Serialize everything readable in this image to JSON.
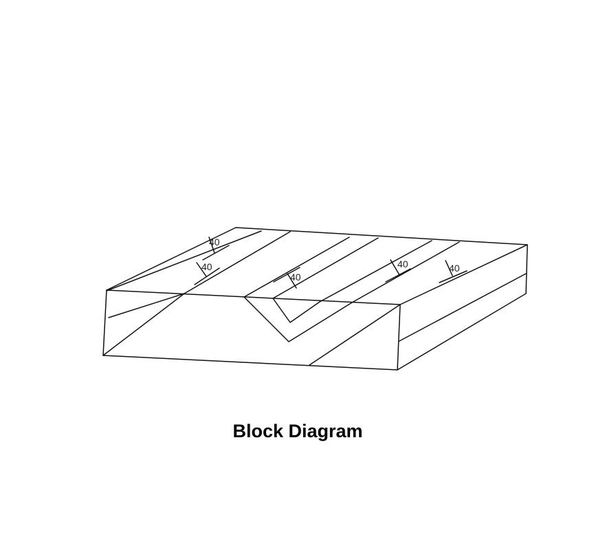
{
  "diagram": {
    "caption": "Block Diagram",
    "dip_labels": [
      "40",
      "40",
      "40",
      "40",
      "40"
    ]
  }
}
